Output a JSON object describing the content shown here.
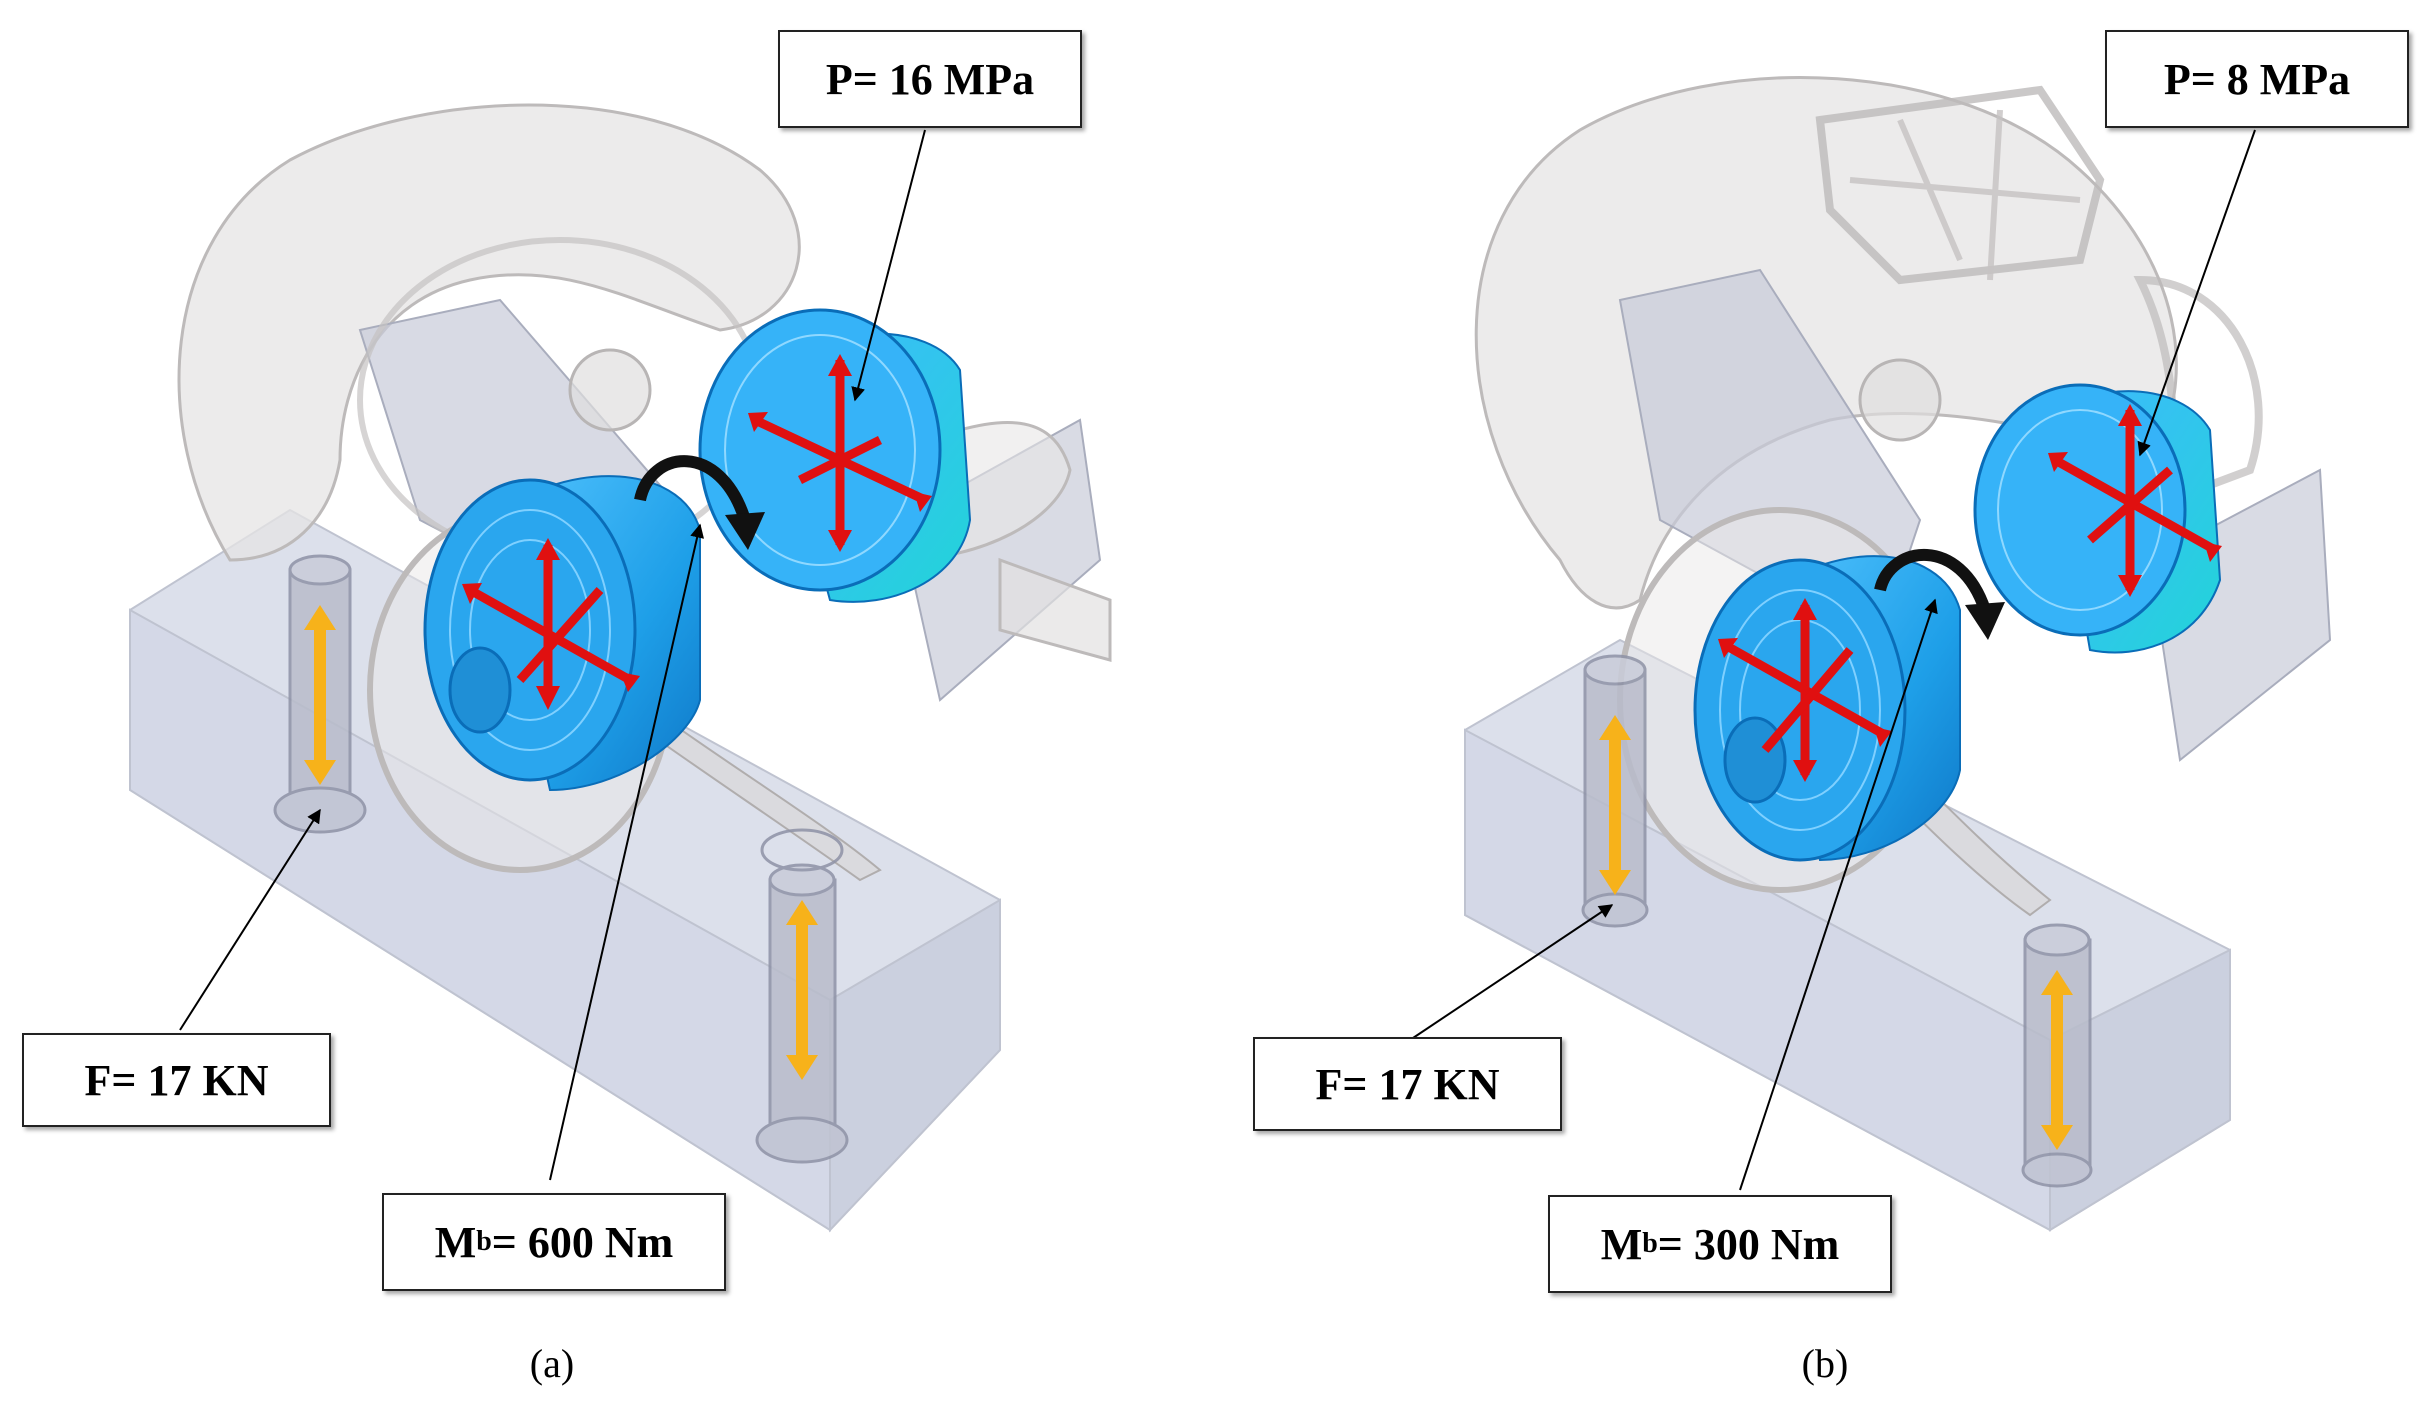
{
  "panels": [
    {
      "caption": "(a)",
      "pressure_label": "P= 16 MPa",
      "force_label": "F= 17 KN",
      "moment_symbol": "M",
      "moment_subscript": "b",
      "moment_value": "= 600 Nm"
    },
    {
      "caption": "(b)",
      "pressure_label": "P= 8 MPa",
      "force_label": "F= 17 KN",
      "moment_symbol": "M",
      "moment_subscript": "b",
      "moment_value": "= 300 Nm"
    }
  ],
  "colors": {
    "bearing_blue": "#1e9fe8",
    "pressure_arrow_red": "#e01010",
    "force_arrow_orange": "#f7b21a",
    "moment_arrow_black": "#111111",
    "body_gray": "#cfd0d6",
    "base_block": "#d7dbe8"
  }
}
